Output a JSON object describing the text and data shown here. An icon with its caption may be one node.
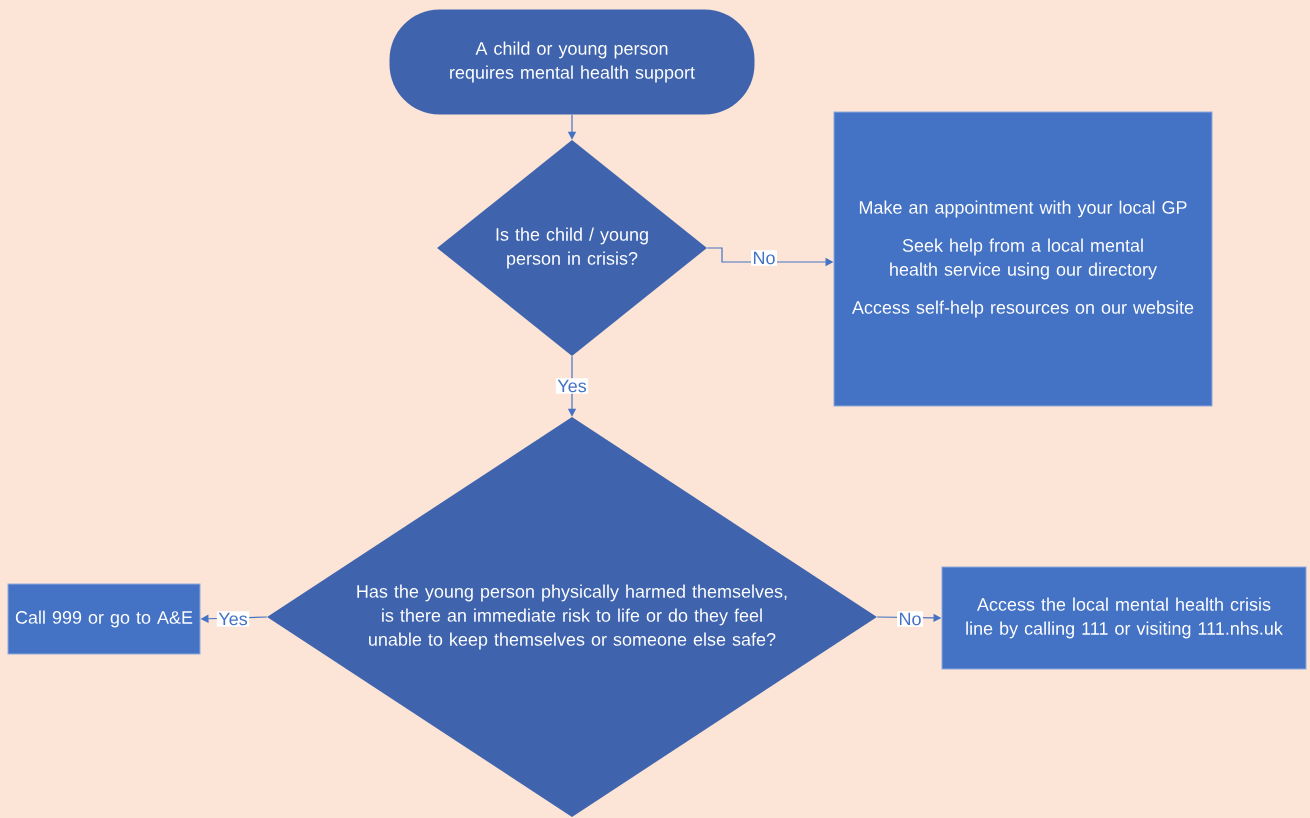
{
  "diagram": {
    "nodes": [
      {
        "text": [
          "A child or young person requires mental health support"
        ]
      },
      {
        "text": [
          "Is the child / young person in crisis?"
        ]
      },
      {
        "text": [
          "Make an appointment with your local GP",
          "Seek help from a local mental health service using our directory",
          "Access self-help resources on our website"
        ]
      },
      {
        "text": [
          "Has the young person physically harmed themselves, is there an immediate risk to life or do they feel unable to keep themselves or someone else safe?"
        ]
      },
      {
        "text": [
          "Call 999 or go to A&E"
        ]
      },
      {
        "text": [
          "Access the local mental health crisis line by calling 111 or visiting 111.nhs.uk"
        ]
      }
    ],
    "edges": [
      {
        "from": 0,
        "to": 1,
        "arrow": "to"
      },
      {
        "from": 1,
        "to": 2,
        "arrow": "to",
        "label": "No"
      },
      {
        "from": 1,
        "to": 3,
        "arrow": "to",
        "label": "Yes"
      },
      {
        "from": 3,
        "to": 4,
        "arrow": "to",
        "label": "Yes"
      },
      {
        "from": 3,
        "to": 5,
        "arrow": "to",
        "label": "No"
      }
    ]
  }
}
